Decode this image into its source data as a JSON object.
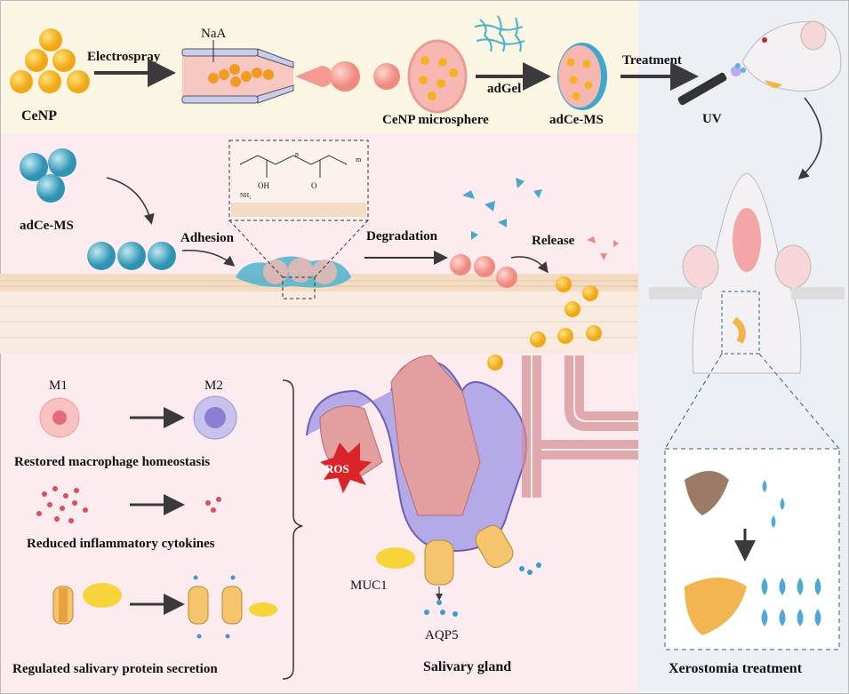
{
  "top": {
    "cenp": "CeNP",
    "electrospray": "Electrospray",
    "naa": "NaA",
    "cenp_microsphere": "CeNP microsphere",
    "adgel": "adGel",
    "adce_ms": "adCe-MS",
    "treatment": "Treatment",
    "uv": "UV"
  },
  "middle": {
    "adce_ms": "adCe-MS",
    "adhesion": "Adhesion",
    "degradation": "Degradation",
    "release": "Release",
    "chem_nh2": "NH₂",
    "chem_oh": "OH",
    "chem_o": "O",
    "chem_n": "n",
    "chem_m": "m"
  },
  "effects": {
    "m1": "M1",
    "m2": "M2",
    "macrophage": "Restored macrophage homeostasis",
    "cytokines": "Reduced inflammatory cytokines",
    "secretion": "Regulated salivary protein secretion"
  },
  "gland": {
    "ros": "ROS",
    "muc1": "MUC1",
    "aqp5": "AQP5",
    "title": "Salivary gland"
  },
  "right": {
    "xerostomia": "Xerostomia treatment"
  },
  "colors": {
    "top_band": "#fbf5e3",
    "pink_panel": "#fcecef",
    "right_panel": "#eceff4",
    "cenp_yellow": "#f6b824",
    "microsphere_pink": "#f4a9a0",
    "adce_blue": "#4fb6cf",
    "ros_red": "#d9242a",
    "water_blue": "#5ab4e0"
  }
}
